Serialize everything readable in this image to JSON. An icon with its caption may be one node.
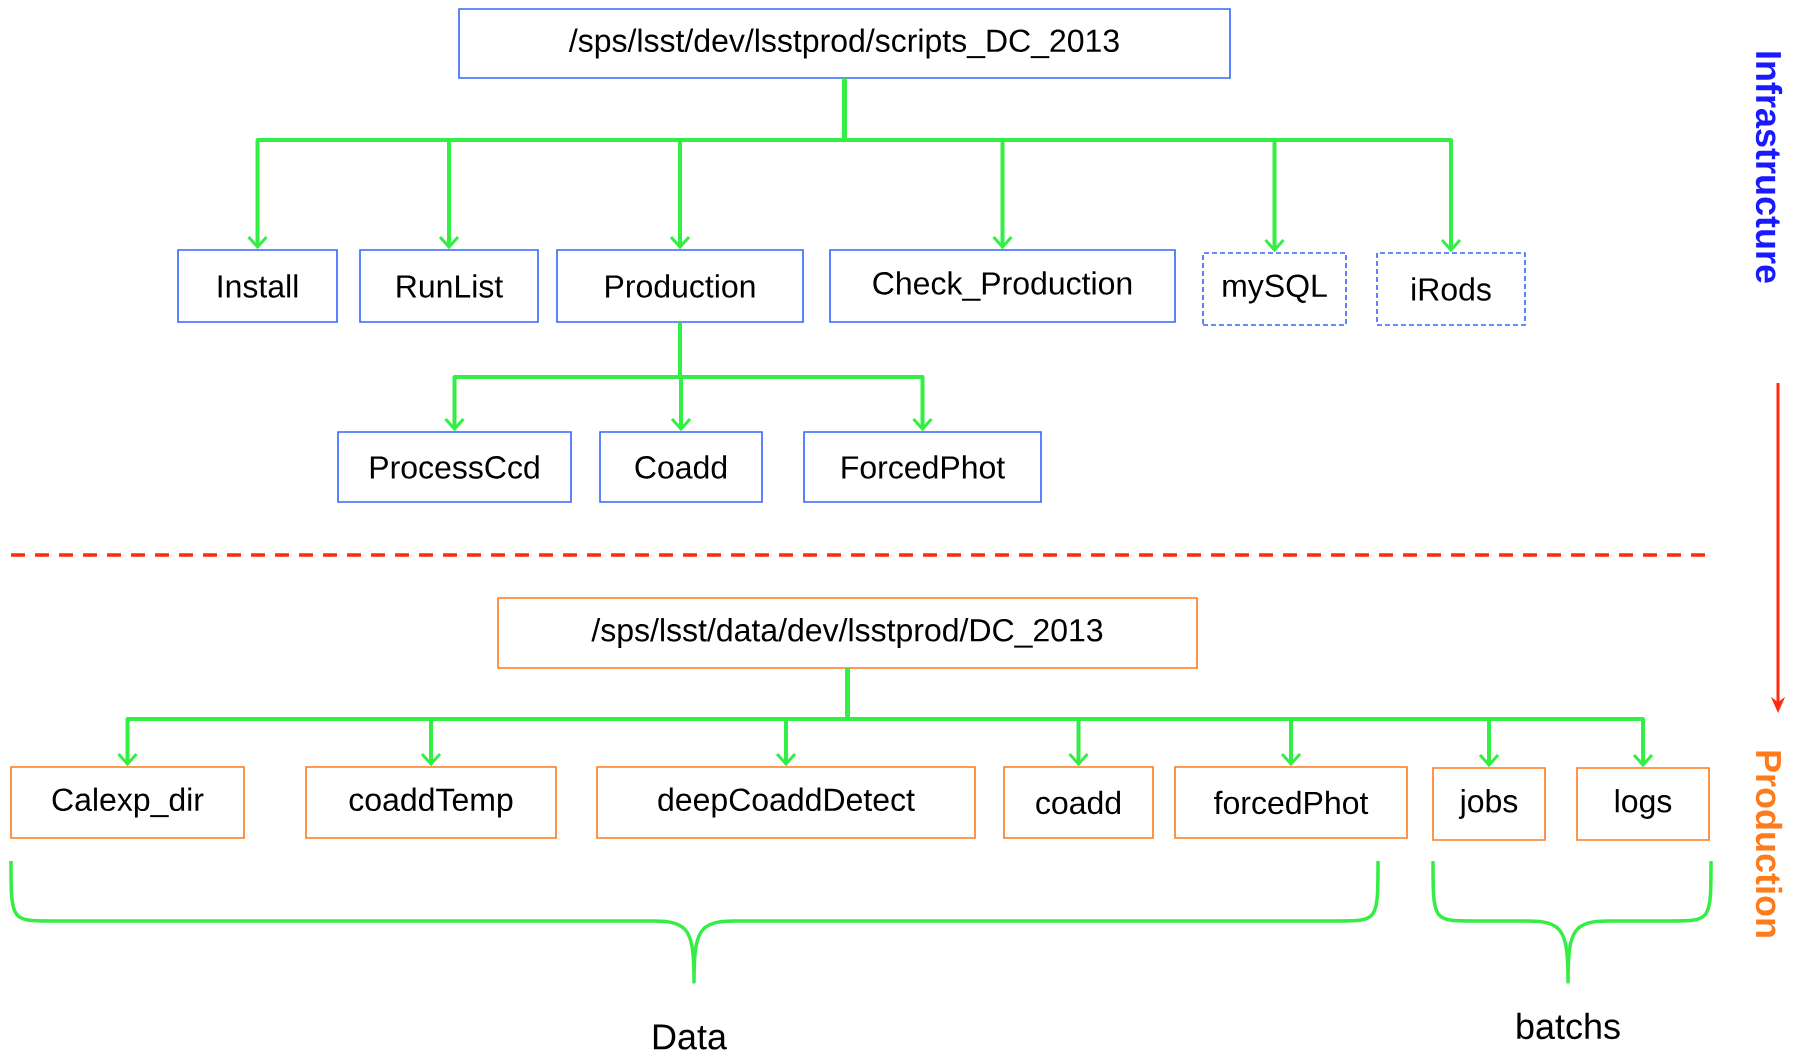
{
  "diagram": {
    "nodes": [
      {
        "text": [
          "/sps/lsst/dev/lsstprod/scripts_DC_2013"
        ]
      },
      {
        "text": [
          "Install"
        ]
      },
      {
        "text": [
          "RunList"
        ]
      },
      {
        "text": [
          "Production"
        ]
      },
      {
        "text": [
          "Check_Production"
        ]
      },
      {
        "text": [
          "mySQL"
        ]
      },
      {
        "text": [
          "iRods"
        ]
      },
      {
        "text": [
          "ProcessCcd"
        ]
      },
      {
        "text": [
          "Coadd"
        ]
      },
      {
        "text": [
          "ForcedPhot"
        ]
      },
      {
        "text": [
          "/sps/lsst/data/dev/lsstprod/DC_2013"
        ]
      },
      {
        "text": [
          "Calexp_dir"
        ]
      },
      {
        "text": [
          "coaddTemp"
        ]
      },
      {
        "text": [
          "deepCoaddDetect"
        ]
      },
      {
        "text": [
          "coadd"
        ]
      },
      {
        "text": [
          "forcedPhot"
        ]
      },
      {
        "text": [
          "jobs"
        ]
      },
      {
        "text": [
          "logs"
        ]
      }
    ],
    "edges": [
      {
        "from": 0,
        "to": 1,
        "arrow": "to"
      },
      {
        "from": 0,
        "to": 2,
        "arrow": "to"
      },
      {
        "from": 0,
        "to": 3,
        "arrow": "to"
      },
      {
        "from": 0,
        "to": 4,
        "arrow": "to"
      },
      {
        "from": 0,
        "to": 5,
        "arrow": "to"
      },
      {
        "from": 0,
        "to": 6,
        "arrow": "to"
      },
      {
        "from": 3,
        "to": 7,
        "arrow": "to"
      },
      {
        "from": 3,
        "to": 8,
        "arrow": "to"
      },
      {
        "from": 3,
        "to": 9,
        "arrow": "to"
      },
      {
        "from": 10,
        "to": 11,
        "arrow": "to"
      },
      {
        "from": 10,
        "to": 12,
        "arrow": "to"
      },
      {
        "from": 10,
        "to": 13,
        "arrow": "to"
      },
      {
        "from": 10,
        "to": 14,
        "arrow": "to"
      },
      {
        "from": 10,
        "to": 15,
        "arrow": "to"
      },
      {
        "from": 10,
        "to": 16,
        "arrow": "to"
      },
      {
        "from": 10,
        "to": 17,
        "arrow": "to"
      }
    ],
    "labels": [
      "Infrastructure",
      "Production",
      "Data",
      "batchs"
    ]
  }
}
